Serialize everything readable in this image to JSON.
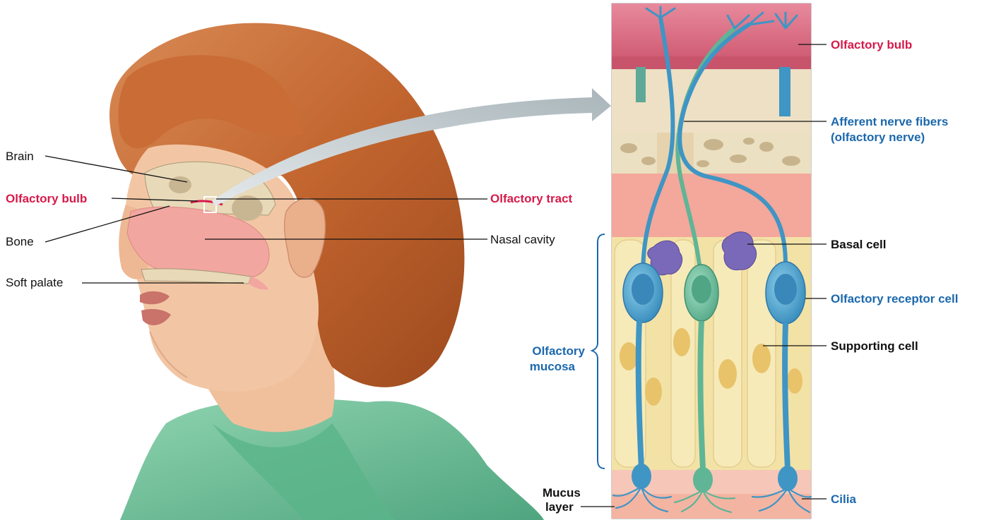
{
  "colors": {
    "label_black": "#111111",
    "label_red": "#d61a4a",
    "label_blue": "#1b68ad",
    "hair": "#c2652f",
    "skin": "#f2c6a4",
    "shirt": "#6fc29a",
    "nasal_cavity": "#f2a6a0",
    "olfactory_bulb_tissue": "#d9607a",
    "receptor_cell_blue": "#4aa6d2",
    "receptor_cell_green": "#6fc2a2",
    "supporting_cell": "#f3e2a6",
    "basal_cell": "#7a68b8",
    "bone": "#efe2c6",
    "connective_tissue": "#f4a79b",
    "arrow": "#b8c3c8"
  },
  "labels": {
    "brain": "Brain",
    "olfactory_bulb_left": "Olfactory bulb",
    "bone": "Bone",
    "soft_palate": "Soft palate",
    "olfactory_tract": "Olfactory tract",
    "nasal_cavity": "Nasal cavity",
    "olfactory_mucosa_line1": "Olfactory",
    "olfactory_mucosa_line2": "mucosa",
    "mucus_layer_line1": "Mucus",
    "mucus_layer_line2": "layer",
    "olfactory_bulb_right": "Olfactory bulb",
    "afferent_fibers_line1": "Afferent nerve fibers",
    "afferent_fibers_line2": "(olfactory nerve)",
    "basal_cell": "Basal cell",
    "olfactory_receptor_cell": "Olfactory receptor cell",
    "supporting_cell": "Supporting cell",
    "cilia": "Cilia"
  }
}
